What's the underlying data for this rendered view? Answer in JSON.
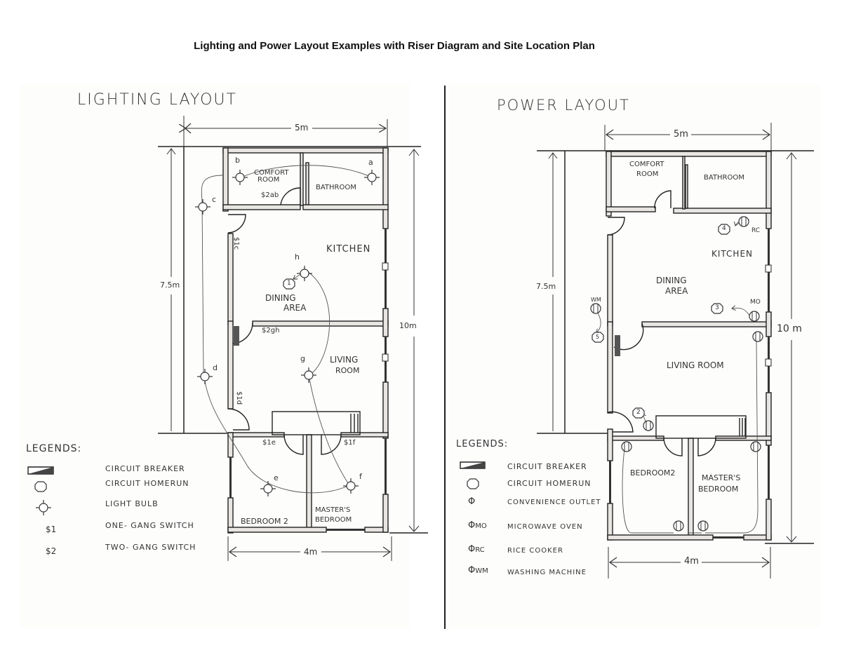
{
  "page_title": "Lighting and Power Layout Examples with Riser Diagram and Site Location Plan",
  "lighting_layout": {
    "title": "LIGHTING  LAYOUT",
    "dimensions": {
      "width_top": "5m",
      "width_bottom": "4m",
      "height_left": "7.5m",
      "height_right": "10m"
    },
    "rooms": {
      "comfort_room": [
        "COMFORT",
        "ROOM"
      ],
      "bathroom": "BATHROOM",
      "kitchen": "KITCHEN",
      "dining_area": [
        "DINING",
        "AREA"
      ],
      "living_room": [
        "LIVING",
        "ROOM"
      ],
      "bedroom2": "BEDROOM 2",
      "masters_bedroom": [
        "MASTER'S",
        "BEDROOM"
      ]
    },
    "switches": {
      "s2ab": "$2ab",
      "s1c": "$1c",
      "s2gh": "$2gh",
      "s1d": "$1d",
      "s1e": "$1e",
      "s1f": "$1f"
    },
    "lights": {
      "a": "a",
      "b": "b",
      "c": "c",
      "d": "d",
      "e": "e",
      "f": "f",
      "g": "g",
      "h": "h"
    },
    "homerun": "1",
    "legend": {
      "title": "LEGENDS:",
      "items": [
        {
          "symbol": "circuit-breaker",
          "label": "CIRCUIT  BREAKER"
        },
        {
          "symbol": "circuit-homerun",
          "label": "CIRCUIT  HOMERUN"
        },
        {
          "symbol": "light-bulb",
          "label": "LIGHT  BULB"
        },
        {
          "symbol": "$1",
          "label": "ONE- GANG  SWITCH"
        },
        {
          "symbol": "$2",
          "label": "TWO- GANG  SWITCH"
        }
      ]
    }
  },
  "power_layout": {
    "title": "POWER  LAYOUT",
    "dimensions": {
      "width_top": "5m",
      "width_bottom": "4m",
      "height_left": "7.5m",
      "height_right": "10 m"
    },
    "rooms": {
      "comfort_room": [
        "COMFORT",
        "ROOM"
      ],
      "bathroom": "BATHROOM",
      "kitchen": "KITCHEN",
      "dining_area": [
        "DINING",
        "AREA"
      ],
      "living_room": "LIVING  ROOM",
      "bedroom2": "BEDROOM2",
      "masters_bedroom": [
        "MASTER'S",
        "BEDROOM"
      ]
    },
    "outlet_tags": {
      "rc": "RC",
      "mo": "MO",
      "wm": "WM"
    },
    "homeruns": {
      "h2": "2",
      "h3": "3",
      "h4": "4",
      "h5": "5"
    },
    "legend": {
      "title": "LEGENDS:",
      "items": [
        {
          "symbol": "circuit-breaker",
          "label": "CIRCUIT  BREAKER"
        },
        {
          "symbol": "circuit-homerun",
          "label": "CIRCUIT  HOMERUN"
        },
        {
          "symbol": "convenience-outlet",
          "label": "CONVENIENCE  OUTLET"
        },
        {
          "symbol": "MO",
          "label": "MICROWAVE  OVEN"
        },
        {
          "symbol": "RC",
          "label": "RICE  COOKER"
        },
        {
          "symbol": "WM",
          "label": "WASHING  MACHINE"
        }
      ]
    }
  }
}
